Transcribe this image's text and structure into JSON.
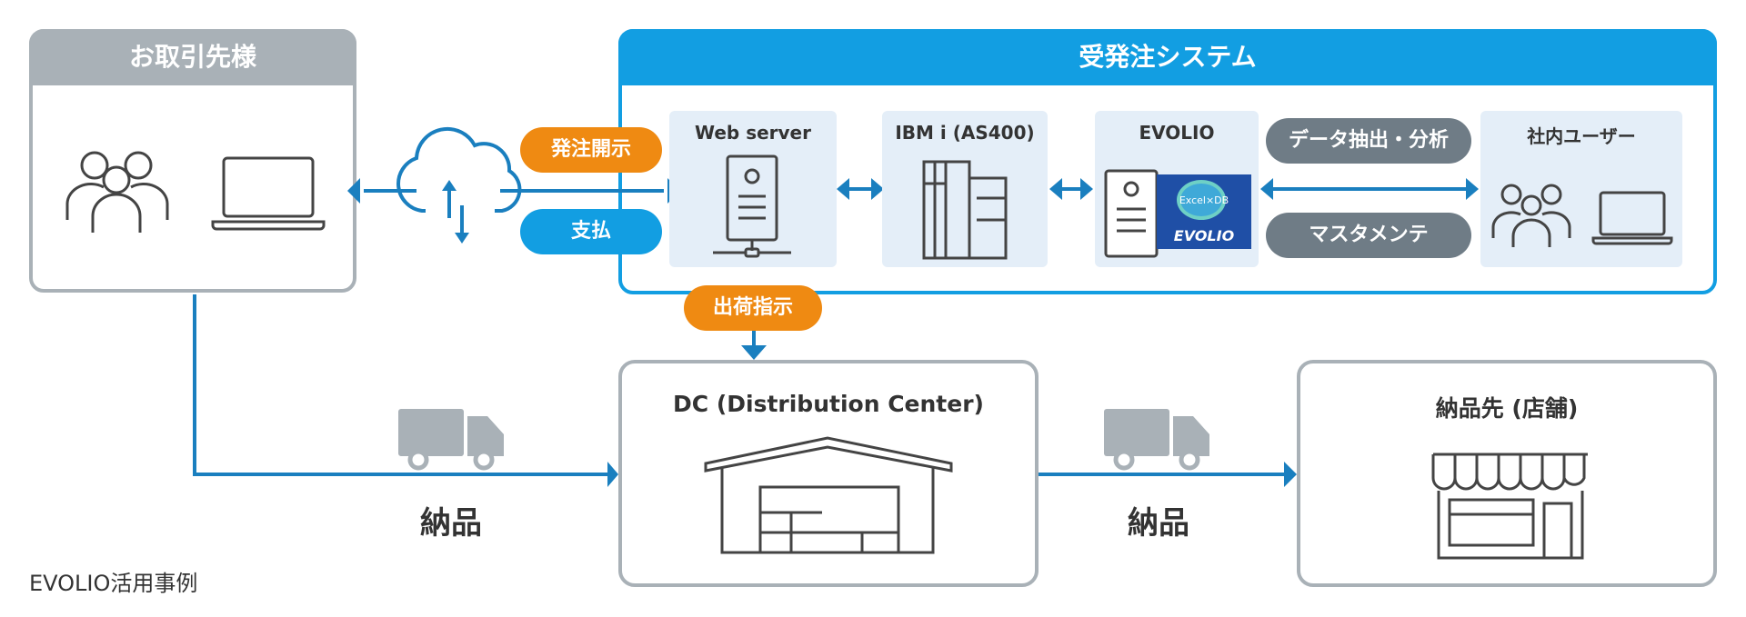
{
  "partner": {
    "title": "お取引先様"
  },
  "system": {
    "title": "受発注システム",
    "components": {
      "web_server": "Web server",
      "ibm_i": "IBM i (AS400)",
      "evolio": "EVOLIO",
      "internal_users": "社内ユーザー"
    },
    "evolio_logo": {
      "top": "Excel×DB",
      "bottom": "EVOLIO"
    }
  },
  "pills": {
    "order_disclosure": "発注開示",
    "payment": "支払",
    "shipping_instruction": "出荷指示",
    "data_extraction": "データ抽出・分析",
    "master_maintenance": "マスタメンテ"
  },
  "dc": {
    "title": "DC (Distribution Center)"
  },
  "destination": {
    "title": "納品先 (店舗)"
  },
  "delivery_labels": [
    "納品",
    "納品"
  ],
  "caption": "EVOLIO活用事例",
  "colors": {
    "system_blue": "#129ee2",
    "arrow_blue": "#1a7fbf",
    "orange": "#ef8a12",
    "gray": "#a9b1b7",
    "dark_gray": "#6f7c86",
    "component_bg": "#e4eef8"
  }
}
